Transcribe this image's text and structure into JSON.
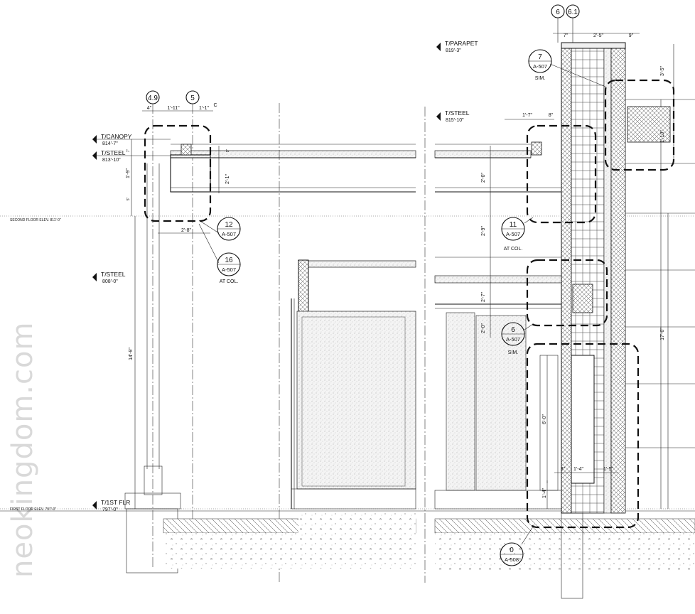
{
  "watermark": "neokingdom.com",
  "grid_bubbles": {
    "g49": "4.9",
    "g5": "5",
    "g6": "6",
    "g61": "6.1"
  },
  "elevations": {
    "canopy": {
      "title": "T/CANOPY",
      "value": "814'-7\""
    },
    "steel_left": {
      "title": "T/STEEL",
      "value": "813'-10\""
    },
    "steel_mid": {
      "title": "T/STEEL",
      "value": "808'-0\""
    },
    "first_flr": {
      "title": "T/1ST FLR",
      "value": "797'-0\""
    },
    "parapet": {
      "title": "T/PARAPET",
      "value": "819'-3\""
    },
    "steel_right": {
      "title": "T/STEEL",
      "value": "815'-10\""
    }
  },
  "floor_lines": {
    "second": "SECOND FLOOR ELEV. 811'-0\"",
    "first": "FIRST FLOOR ELEV. 797'-0\""
  },
  "dimensions": {
    "d4": "4\"",
    "d1_11": "1'-11\"",
    "d1_1": "1'-1\"",
    "dc": "C",
    "d1_9": "1'-9\"",
    "d2_1": "2'-1\"",
    "d2_8": "2'-8\"",
    "d14_9": "14'-9\"",
    "d7": "7\"",
    "d2_5": "2'-5\"",
    "d9": "9\"",
    "d3_5": "3'-5\"",
    "d1_7": "1'-7\"",
    "d8": "8\"",
    "d2_0": "2'-0\"",
    "d2_9": "2'-9\"",
    "d2_7": "2'-7\"",
    "d2_0b": "2'-0\"",
    "d1_10": "1'-10\"",
    "d17_0": "17'-0\"",
    "d6_0": "6'-0\"",
    "d3": "3\"",
    "d1_4": "1'-4\"",
    "d1_5": "1'-5\"",
    "d1_4b": "1'-4\"",
    "small1": "7\"",
    "small2": "5\"",
    "small3": "9\""
  },
  "callouts": {
    "c12": {
      "num": "12",
      "sheet": "A-507",
      "note": ""
    },
    "c16": {
      "num": "16",
      "sheet": "A-507",
      "note": "AT COL."
    },
    "c7": {
      "num": "7",
      "sheet": "A-507",
      "note": "SIM."
    },
    "c11": {
      "num": "11",
      "sheet": "A-507",
      "note": "AT COL."
    },
    "c6": {
      "num": "6",
      "sheet": "A-507",
      "note": "SIM."
    },
    "c0": {
      "num": "0",
      "sheet": "A-508",
      "note": ""
    }
  }
}
